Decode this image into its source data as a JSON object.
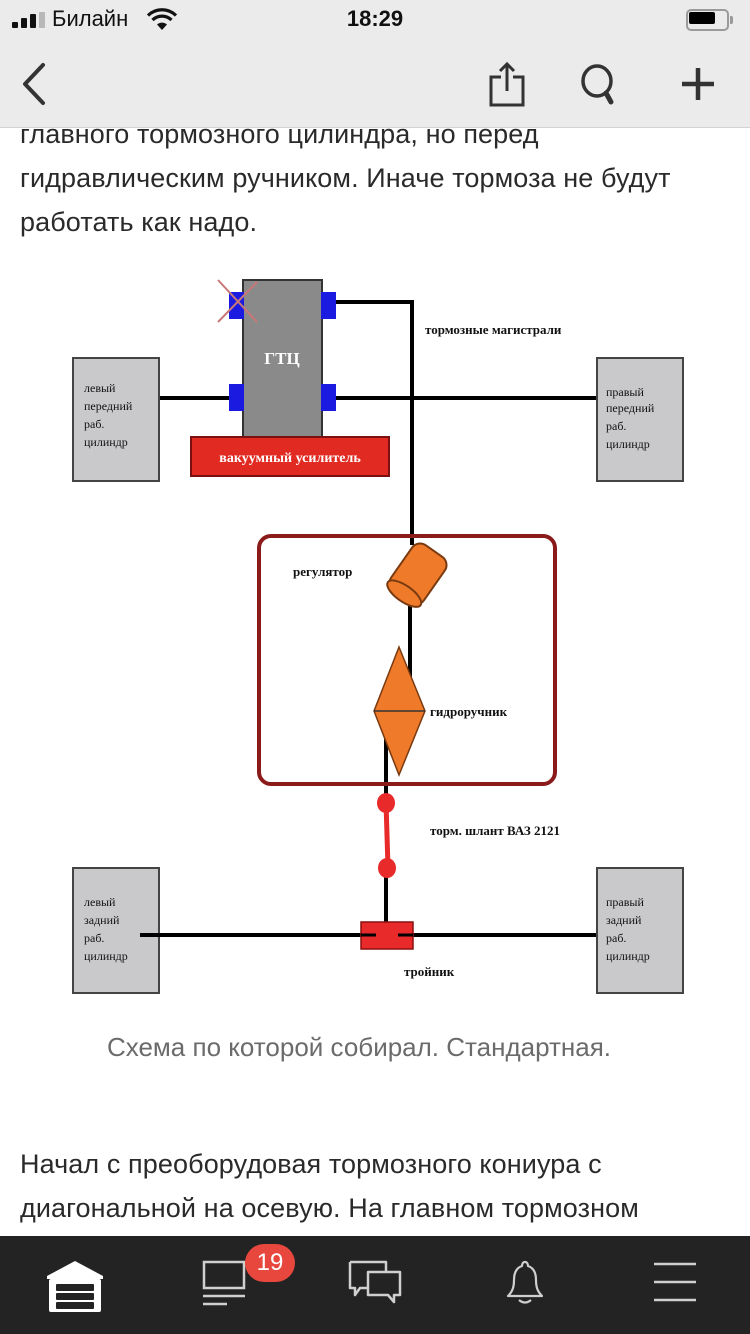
{
  "status_bar": {
    "carrier": "Билайн",
    "time": "18:29",
    "signal_bars": 3,
    "signal_bars_total": 4,
    "battery_level": 0.7,
    "icons": [
      "signal-icon",
      "wifi-icon",
      "battery-icon"
    ]
  },
  "nav_bar": {
    "icons": [
      "chevron-left-icon",
      "share-icon",
      "search-icon",
      "plus-icon"
    ]
  },
  "article": {
    "paragraph_top": "главного тормозного цилиндра, но перед гидравлическим ручником. Иначе тормоза не будут работать как надо.",
    "caption": "Схема по которой собирал. Стандартная.",
    "paragraph_bottom": "Начал с преоборудовая тормозного кониура с диагональной на осевую. На главном тормозном"
  },
  "diagram": {
    "master_cylinder": "ГТЦ",
    "booster": "вакуумный усилитель",
    "brake_lines": "тормозные магистрали",
    "front_left": [
      "левый",
      "передний",
      "раб.",
      "цилиндр"
    ],
    "front_right": [
      "правый",
      "передний",
      "раб.",
      "цилиндр"
    ],
    "regulator": "регулятор",
    "hydro_handbrake": "гидроручник",
    "hose": "торм. шлант ВАЗ 2121",
    "rear_left": [
      "левый",
      "задний",
      "раб.",
      "цилиндр"
    ],
    "rear_right": [
      "правый",
      "задний",
      "раб.",
      "цилиндр"
    ],
    "tee": "тройник",
    "colors": {
      "cylinder_box": "#c9c9cc",
      "master_cylinder": "#8a8a8a",
      "port": "#1a1ae0",
      "booster": "#e02a22",
      "frame": "#8b1a1a",
      "component": "#ee7a2a",
      "hose": "#e82a2a",
      "line": "#000000"
    }
  },
  "tab_bar": {
    "tabs": [
      {
        "name": "garage",
        "icon": "garage-icon",
        "active": true
      },
      {
        "name": "feed",
        "icon": "feed-icon",
        "badge": "19"
      },
      {
        "name": "messages",
        "icon": "chat-icon"
      },
      {
        "name": "notifications",
        "icon": "bell-icon"
      },
      {
        "name": "menu",
        "icon": "menu-icon"
      }
    ]
  }
}
